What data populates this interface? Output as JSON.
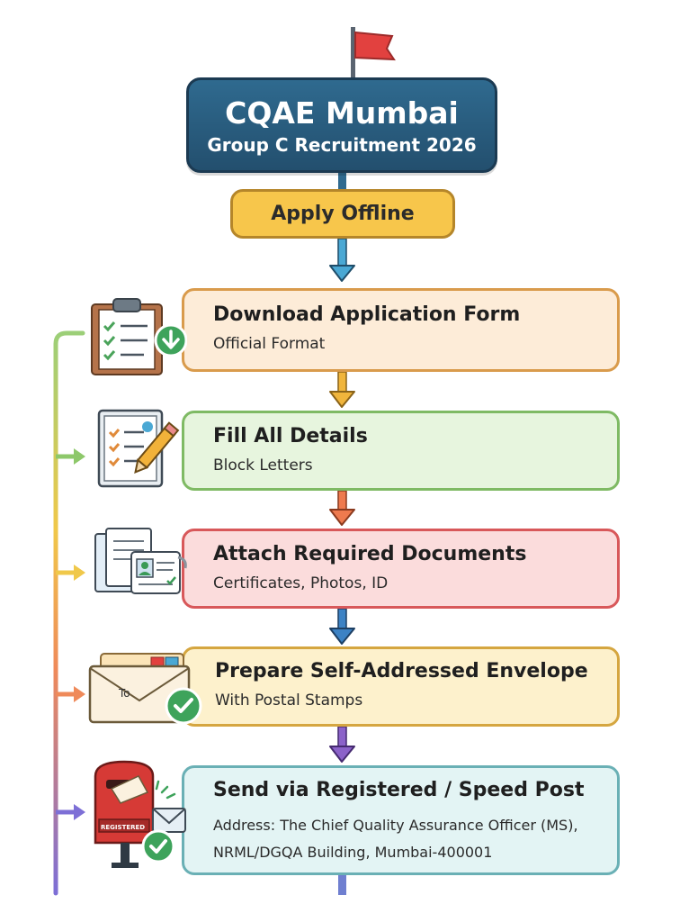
{
  "header": {
    "title": "CQAE Mumbai",
    "subtitle": "Group C Recruitment 2026"
  },
  "mode": {
    "label": "Apply Offline"
  },
  "steps": [
    {
      "title": "Download Application Form",
      "subtitle": "Official Format",
      "icon": "clipboard-download-icon",
      "color": "#d99b4c"
    },
    {
      "title": "Fill All Details",
      "subtitle": "Block Letters",
      "icon": "form-pencil-icon",
      "color": "#7fba64"
    },
    {
      "title": "Attach Required Documents",
      "subtitle": "Certificates, Photos, ID",
      "icon": "documents-id-icon",
      "color": "#d8585a"
    },
    {
      "title": "Prepare Self-Addressed Envelope",
      "subtitle": "With Postal Stamps",
      "icon": "envelope-check-icon",
      "color": "#d5a640"
    },
    {
      "title": "Send via Registered / Speed Post",
      "address_line1": "Address: The Chief Quality Assurance Officer (MS),",
      "address_line2": "NRML/DGQA Building, Mumbai-400001",
      "icon": "postbox-icon",
      "color": "#6ab0b5"
    }
  ],
  "envelope_label": "To",
  "postbox_label": "REGISTERED",
  "colors": {
    "header": "#2f6a8f",
    "pill": "#f7c64b",
    "flag": "#e2413f"
  }
}
